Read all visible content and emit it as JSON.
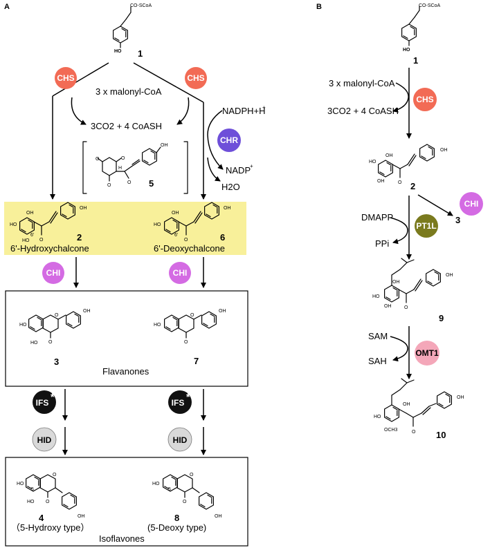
{
  "panels": {
    "a": "A",
    "b": "B"
  },
  "colors": {
    "chs": "#F26B55",
    "chr": "#6E4FD9",
    "chi": "#D46BE3",
    "ifs": "#111111",
    "hid": "#D9D9D9",
    "pt1l": "#7A7A1E",
    "omt1": "#F4A7B9",
    "highlight": "#F8F09A"
  },
  "enzymes": {
    "chs": "CHS",
    "chr": "CHR",
    "chi": "CHI",
    "ifs": "IFS",
    "ifs_star": "*",
    "hid": "HID",
    "pt1l": "PT1L",
    "omt1": "OMT1"
  },
  "substrates": {
    "coa_group": "CO-SCoA",
    "hydroxy": "HO",
    "oh": "OH",
    "malonyl": "3 x malonyl-CoA",
    "co2_coash": "3CO2 + 4 CoASH",
    "nadph": "NADPH+H",
    "nadph_sup": "+",
    "nadp": "NADP",
    "nadp_sup": "+",
    "h2o": "H2O",
    "dmapp": "DMAPP",
    "ppi": "PPi",
    "sam": "SAM",
    "sah": "SAH",
    "o": "O",
    "h": "H",
    "och3": "OCH3"
  },
  "compounds": {
    "c1": "1",
    "c2": "2",
    "c3": "3",
    "c4": "4",
    "c5": "5",
    "c6": "6",
    "c7": "7",
    "c8": "8",
    "c9": "9",
    "c10": "10"
  },
  "positions": {
    "p6": "6'",
    "p5": "5"
  },
  "labels": {
    "hydroxychalcone": "6'-Hydroxychalcone",
    "deoxychalcone": "6'-Deoxychalcone",
    "flavanones": "Flavanones",
    "isoflavones": "Isoflavones",
    "hydroxy_type": "（5-Hydroxy type）",
    "deoxy_type": "(5-Deoxy type)"
  }
}
